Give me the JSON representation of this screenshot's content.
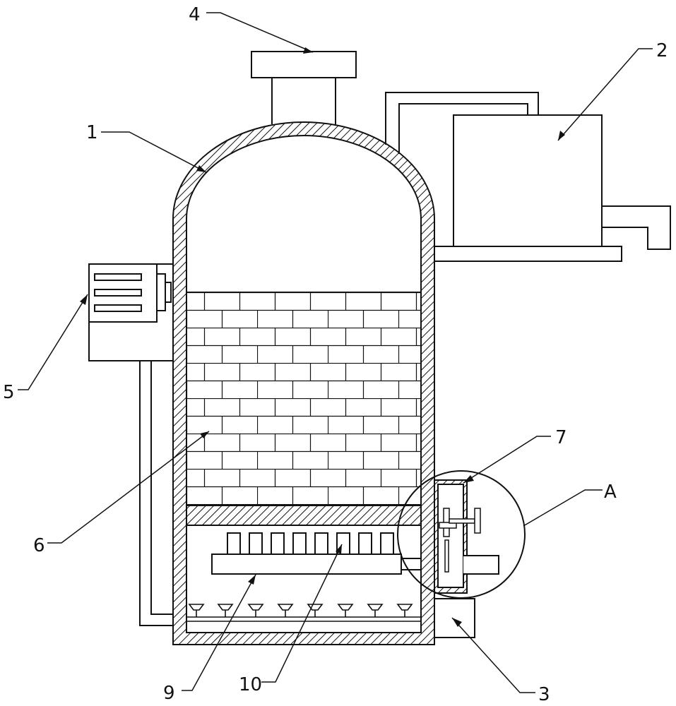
{
  "callouts": {
    "c1": "1",
    "c2": "2",
    "c3": "3",
    "c4": "4",
    "c5": "5",
    "c6": "6",
    "c7": "7",
    "c9": "9",
    "c10": "10",
    "cA": "A"
  },
  "colors": {
    "stroke": "#111111",
    "background": "#ffffff"
  }
}
